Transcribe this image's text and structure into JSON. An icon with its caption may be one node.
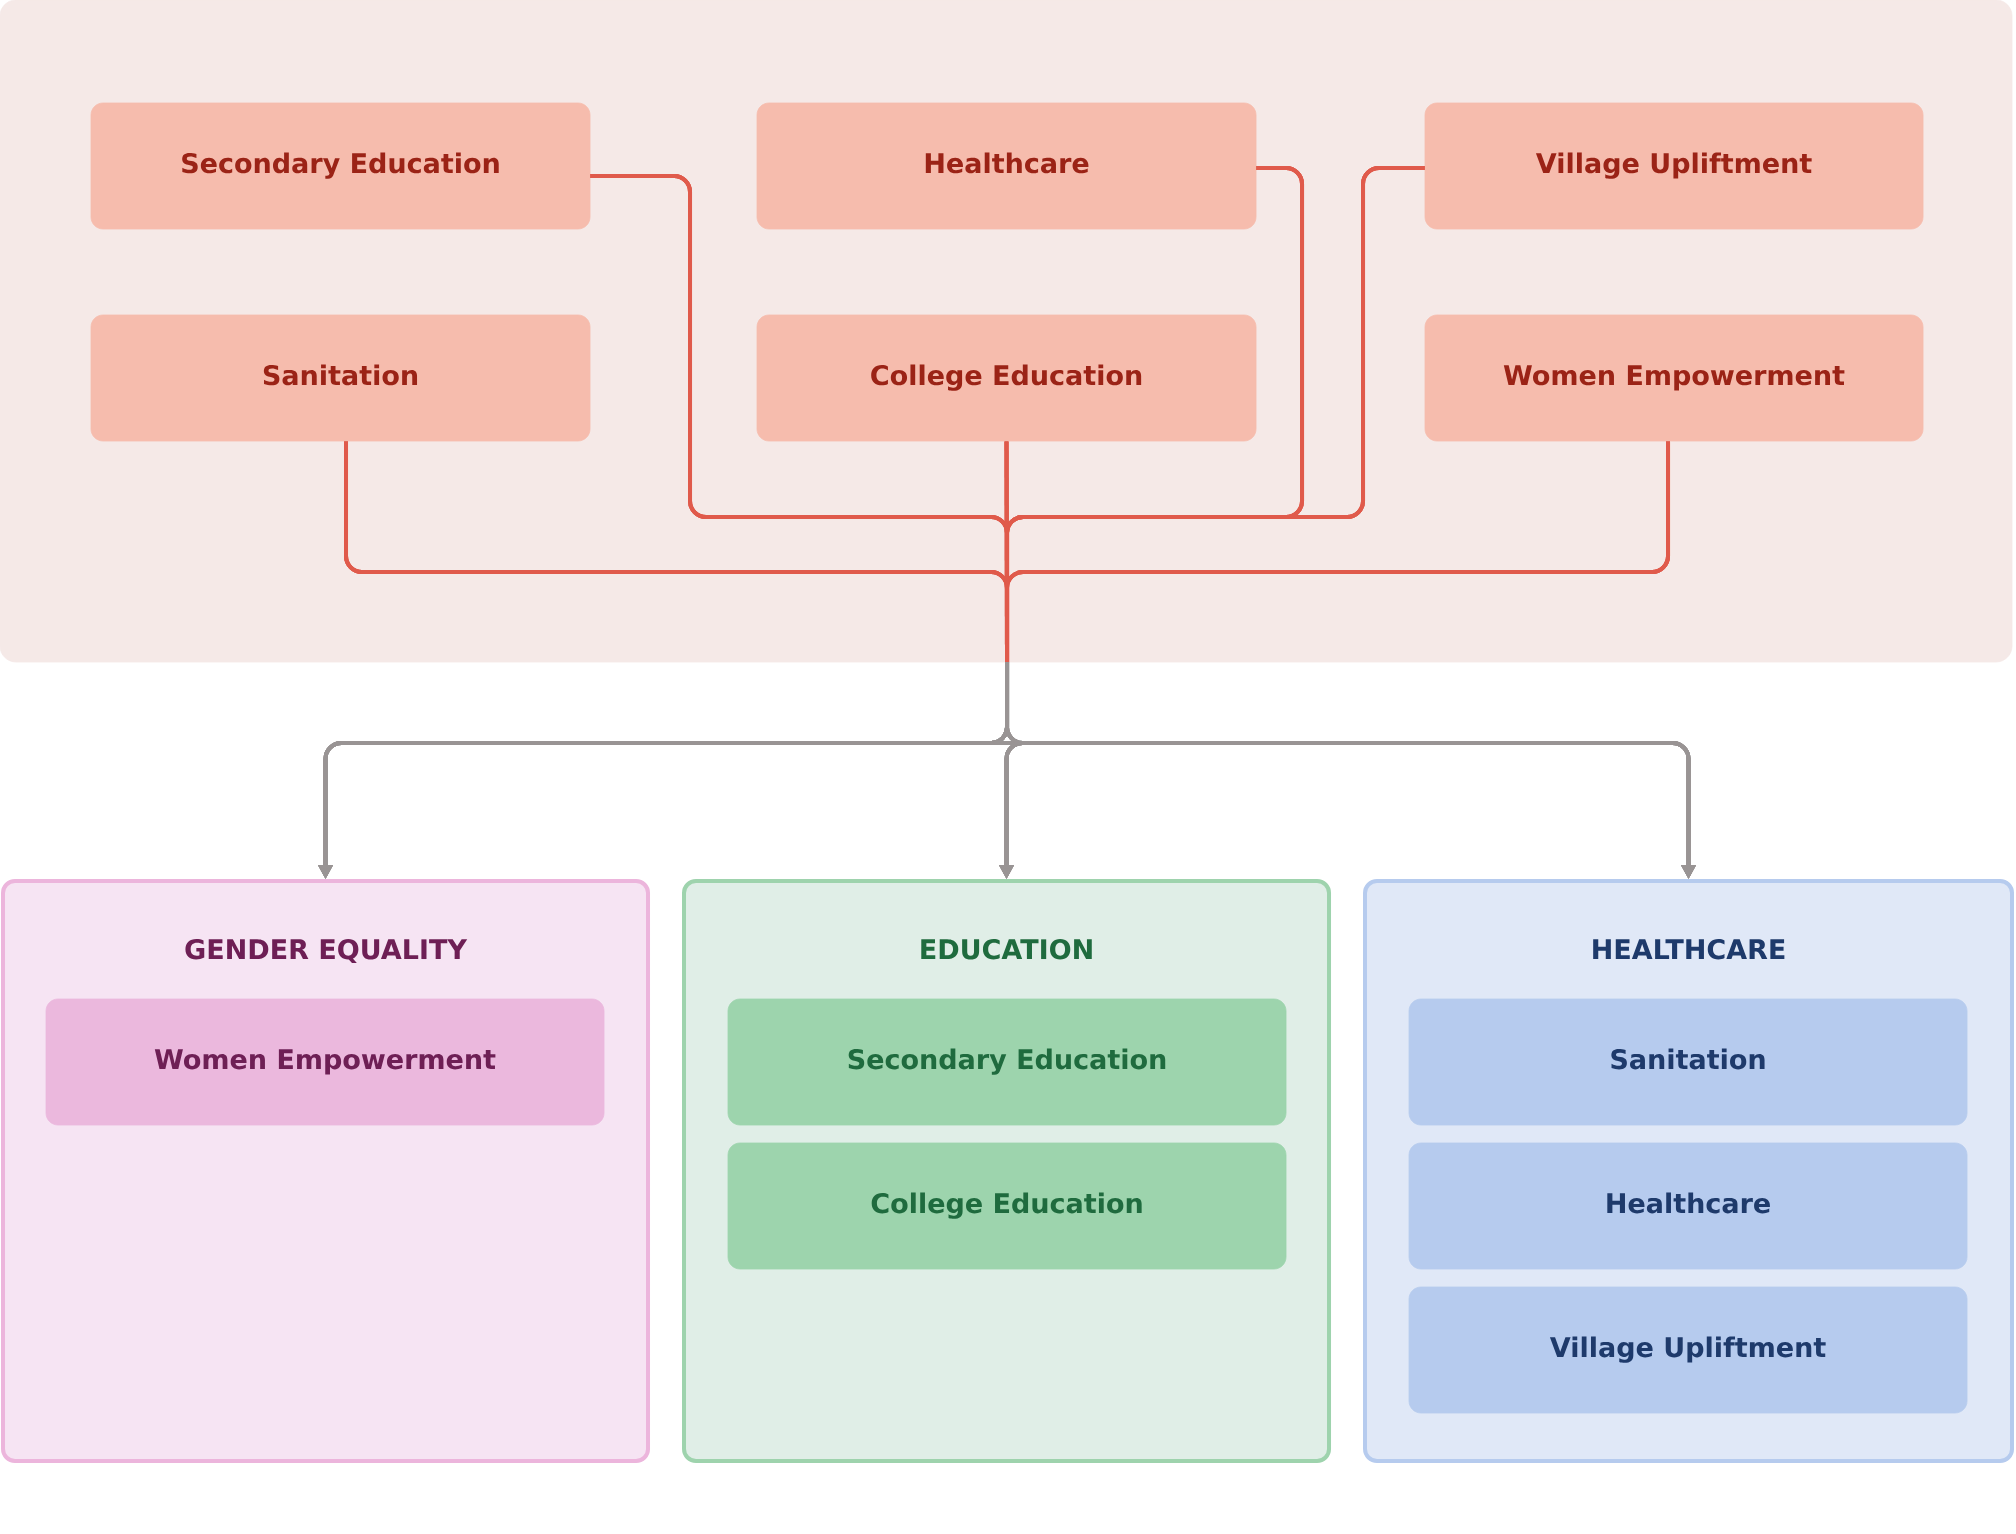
{
  "diagram": {
    "nodes": [
      {
        "text": [],
        "shape": "box"
      },
      {
        "text": [
          "Secondary Education"
        ],
        "in": 0
      },
      {
        "text": [
          "Healthcare"
        ],
        "in": 0
      },
      {
        "text": [
          "Village Upliftment"
        ],
        "in": 0
      },
      {
        "text": [
          "Sanitation"
        ],
        "in": 0
      },
      {
        "text": [
          "College Education"
        ],
        "in": 0
      },
      {
        "text": [
          "Women Empowerment"
        ],
        "in": 0
      },
      {
        "text": [
          "GENDER EQUALITY"
        ]
      },
      {
        "text": [
          "Women Empowerment"
        ],
        "in": 7
      },
      {
        "text": [
          "EDUCATION"
        ]
      },
      {
        "text": [
          "Secondary Education"
        ],
        "in": 9
      },
      {
        "text": [
          "College Education"
        ],
        "in": 9
      },
      {
        "text": [
          "HEALTHCARE"
        ]
      },
      {
        "text": [
          "Sanitation"
        ],
        "in": 12
      },
      {
        "text": [
          "Healthcare"
        ],
        "in": 12
      },
      {
        "text": [
          "Village Upliftment"
        ],
        "in": 12
      }
    ],
    "edges": [
      {
        "from": 1,
        "to": 7,
        "arrow": "to"
      },
      {
        "from": 1,
        "to": 9,
        "arrow": "to"
      },
      {
        "from": 1,
        "to": 12,
        "arrow": "to"
      },
      {
        "from": 2,
        "to": 7,
        "arrow": "to"
      },
      {
        "from": 2,
        "to": 9,
        "arrow": "to"
      },
      {
        "from": 2,
        "to": 12,
        "arrow": "to"
      },
      {
        "from": 3,
        "to": 7,
        "arrow": "to"
      },
      {
        "from": 3,
        "to": 9,
        "arrow": "to"
      },
      {
        "from": 3,
        "to": 12,
        "arrow": "to"
      },
      {
        "from": 4,
        "to": 7,
        "arrow": "to"
      },
      {
        "from": 4,
        "to": 9,
        "arrow": "to"
      },
      {
        "from": 4,
        "to": 12,
        "arrow": "to"
      },
      {
        "from": 5,
        "to": 7,
        "arrow": "to"
      },
      {
        "from": 5,
        "to": 9,
        "arrow": "to"
      },
      {
        "from": 5,
        "to": 12,
        "arrow": "to"
      },
      {
        "from": 6,
        "to": 7,
        "arrow": "to"
      },
      {
        "from": 6,
        "to": 9,
        "arrow": "to"
      },
      {
        "from": 6,
        "to": 12,
        "arrow": "to"
      }
    ]
  }
}
